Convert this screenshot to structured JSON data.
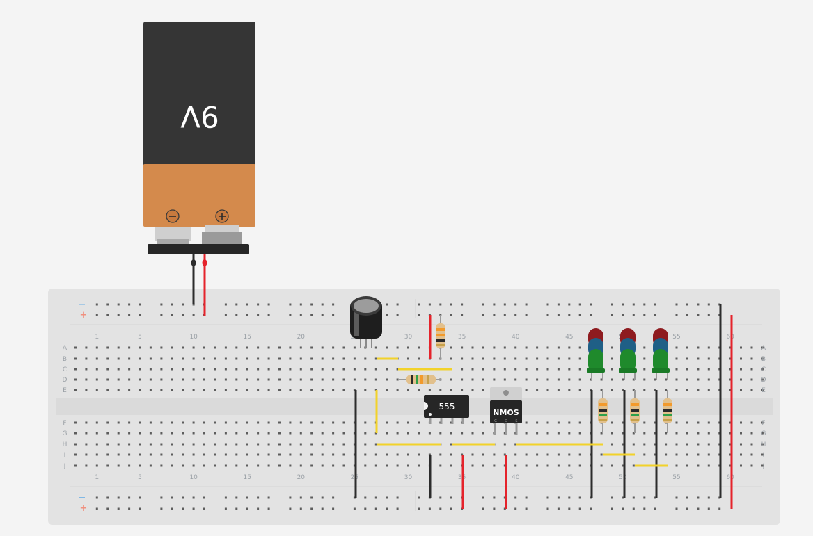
{
  "battery": {
    "label": "9V",
    "minus_symbol": "−",
    "plus_symbol": "+"
  },
  "breadboard": {
    "rail_minus": "−",
    "rail_plus": "+",
    "column_numbers": [
      "1",
      "5",
      "10",
      "15",
      "20",
      "25",
      "30",
      "35",
      "40",
      "45",
      "50",
      "55",
      "60"
    ],
    "rows_top": [
      "A",
      "B",
      "C",
      "D",
      "E"
    ],
    "rows_bottom": [
      "F",
      "G",
      "H",
      "I",
      "J"
    ]
  },
  "chips": {
    "timer_label": "555",
    "transistor_label": "NMOS",
    "transistor_pins": [
      "G",
      "D",
      "S"
    ]
  },
  "colors": {
    "background": "#f4f4f4",
    "board": "#e3e3e3",
    "battery_body": "#353535",
    "battery_cap": "#d48a4c",
    "wire_red": "#e5232b",
    "wire_black": "#2c2c2c",
    "wire_yellow": "#f2d22a",
    "rail_blue": "#7ab6e5",
    "rail_red": "#f0907f",
    "led_red": "#8e1b1f",
    "led_blue": "#1f5f86",
    "led_green": "#1f8a2c"
  }
}
